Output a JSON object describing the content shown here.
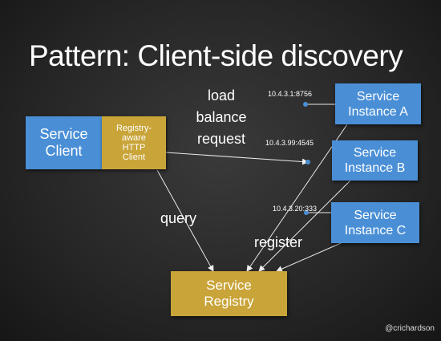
{
  "title": "Pattern: Client-side discovery",
  "service_client": {
    "line1": "Service",
    "line2": "Client"
  },
  "http_client": {
    "line1": "Registry-",
    "line2": "aware",
    "line3": "HTTP",
    "line4": "Client"
  },
  "instance_a": {
    "line1": "Service",
    "line2": "Instance A",
    "address": "10.4.3.1:8756"
  },
  "instance_b": {
    "line1": "Service",
    "line2": "Instance B",
    "address": "10.4.3.99:4545"
  },
  "instance_c": {
    "line1": "Service",
    "line2": "Instance C",
    "address": "10.4.3.20:333"
  },
  "registry": {
    "line1": "Service",
    "line2": "Registry"
  },
  "labels": {
    "load_balance": {
      "line1": "load",
      "line2": "balance",
      "line3": "request"
    },
    "query": "query",
    "register": "register"
  },
  "handle": "@crichardson",
  "colors": {
    "service_blue": "#4a8fd6",
    "registry_gold": "#c9a438"
  }
}
